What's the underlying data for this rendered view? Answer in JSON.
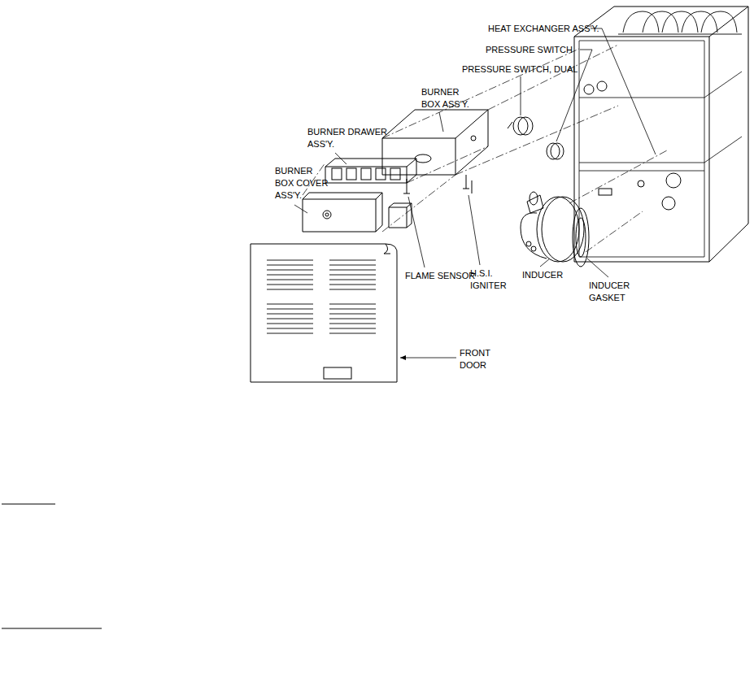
{
  "diagram": {
    "labels": [
      "HEAT EXCHANGER ASS'Y.",
      "PRESSURE SWITCH",
      "PRESSURE SWITCH, DUAL",
      "BURNER BOX ASS'Y.",
      "BURNER DRAWER ASS'Y.",
      "BURNER BOX COVER ASS'Y.",
      "FLAME SENSOR",
      "H.S.I. IGNITER",
      "INDUCER",
      "INDUCER GASKET",
      "FRONT DOOR"
    ]
  }
}
